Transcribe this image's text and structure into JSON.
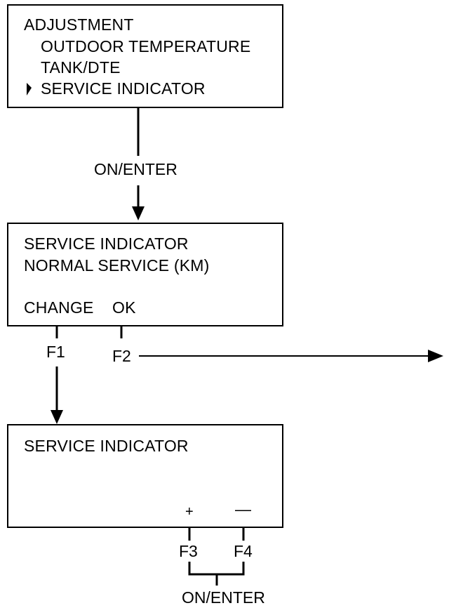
{
  "menu_box": {
    "title": "ADJUSTMENT",
    "items": [
      "OUTDOOR TEMPERATURE",
      "TANK/DTE",
      "SERVICE INDICATOR"
    ]
  },
  "arrow1_label": "ON/ENTER",
  "service_box": {
    "line1": "SERVICE INDICATOR",
    "line2": "NORMAL SERVICE (KM)",
    "change_label": "CHANGE",
    "ok_label": "OK"
  },
  "key_f1": "F1",
  "key_f2": "F2",
  "adjust_box": {
    "line1": "SERVICE INDICATOR",
    "plus_label": "+",
    "minus_label": "—"
  },
  "key_f3": "F3",
  "key_f4": "F4",
  "bottom_label": "ON/ENTER",
  "colors": {
    "ink": "#000000",
    "background": "#ffffff"
  }
}
